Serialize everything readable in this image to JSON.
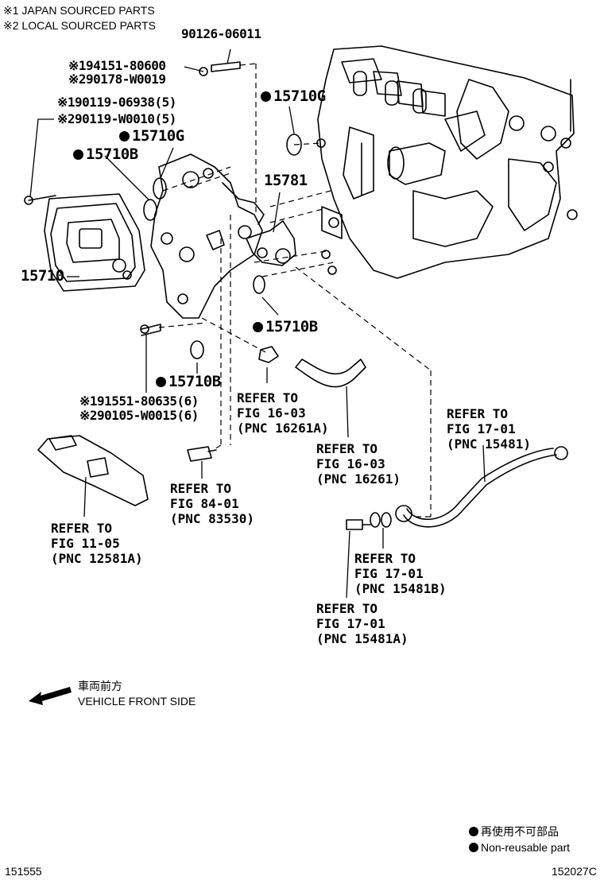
{
  "header": {
    "note1": "※1 JAPAN SOURCED PARTS",
    "note2": "※2 LOCAL SOURCED PARTS"
  },
  "callouts": {
    "p90126": "90126-06011",
    "p94151": "※194151-80600",
    "p90178": "※290178-W0019",
    "p15710g_a": "15710G",
    "p90119_a": "※190119-06938(5)",
    "p90119_b": "※290119-W0010(5)",
    "p15710g_b": "15710G",
    "p15710b_a": "15710B",
    "p15781": "15781",
    "p15710": "15710",
    "p15710b_b": "15710B",
    "p15710b_c": "15710B",
    "p91551": "※191551-80635(6)",
    "p90105": "※290105-W0015(6)"
  },
  "references": {
    "r16261a": [
      "REFER TO",
      "FIG 16-03",
      "(PNC 16261A)"
    ],
    "r16261": [
      "REFER TO",
      "FIG 16-03",
      "(PNC 16261)"
    ],
    "r15481": [
      "REFER TO",
      "FIG 17-01",
      "(PNC 15481)"
    ],
    "r83530": [
      "REFER TO",
      "FIG 84-01",
      "(PNC 83530)"
    ],
    "r12581a": [
      "REFER TO",
      "FIG 11-05",
      "(PNC 12581A)"
    ],
    "r15481b": [
      "REFER TO",
      "FIG 17-01",
      "(PNC 15481B)"
    ],
    "r15481a": [
      "REFER TO",
      "FIG 17-01",
      "(PNC 15481A)"
    ]
  },
  "direction": {
    "jp": "車両前方",
    "en": "VEHICLE FRONT SIDE",
    "icon": "arrow-left-icon"
  },
  "legend": {
    "jp": "再使用不可部品",
    "en": "Non-reusable part",
    "marker": "filled-dot-icon"
  },
  "footer": {
    "left_id": "151555",
    "right_id": "152027C"
  }
}
